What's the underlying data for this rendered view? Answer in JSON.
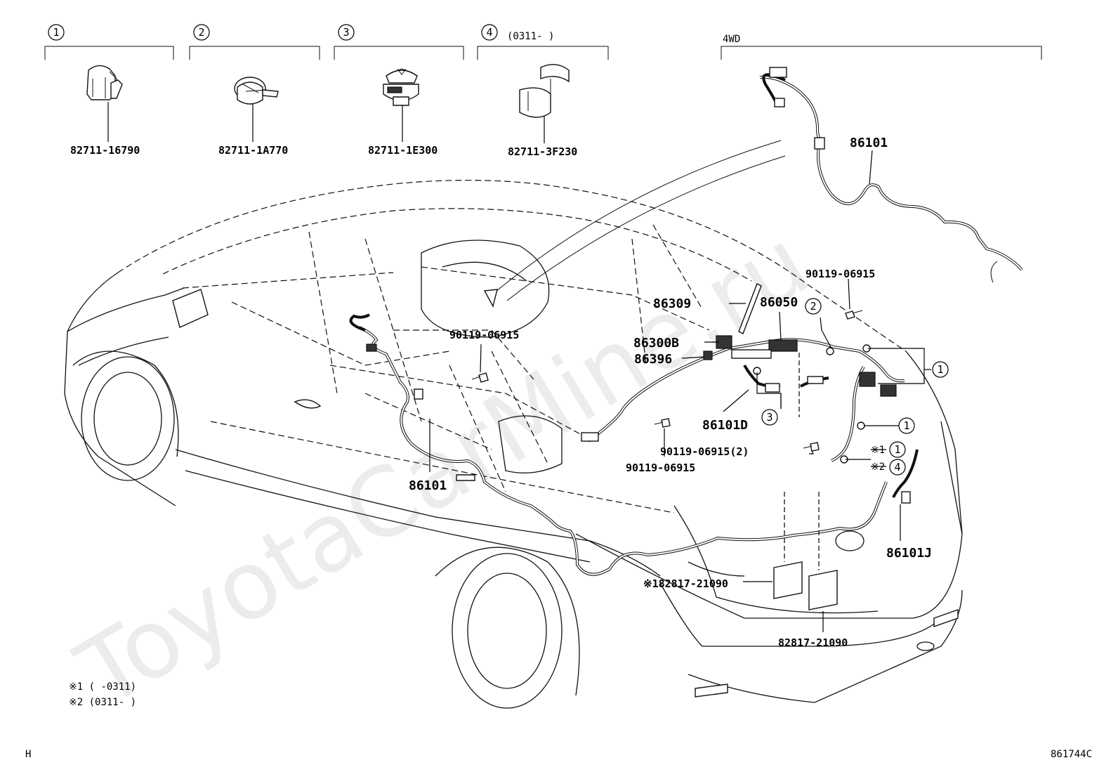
{
  "watermark": "ToyotaCarMine.ru",
  "header_parts": [
    {
      "num": "1",
      "part_no": "82711-16790",
      "note": ""
    },
    {
      "num": "2",
      "part_no": "82711-1A770",
      "note": ""
    },
    {
      "num": "3",
      "part_no": "82711-1E300",
      "note": ""
    },
    {
      "num": "4",
      "part_no": "82711-3F230",
      "note": "(0311-     )"
    }
  ],
  "inset": {
    "title": "4WD",
    "part_no": "86101"
  },
  "labels": {
    "p86309": "86309",
    "p86050": "86050",
    "p86300b": "86300B",
    "p86396": "86396",
    "p86101d": "86101D",
    "p86101": "86101",
    "p86101j": "86101J",
    "bolt_top_right": "90119-06915",
    "bolt_left": "90119-06915",
    "bolt_center": "90119-06915",
    "bolt_two": "90119-06915(2)",
    "pad_1": "※182817-21090",
    "pad_2": "82817-21090"
  },
  "callouts": {
    "c2": "2",
    "c1_right": "1",
    "c3": "3",
    "c1_mid": "1",
    "c1_low": "1",
    "c4_low": "4",
    "star1": "※1",
    "star2": "※2"
  },
  "footnotes": {
    "n1": "※1 (     -0311)",
    "n2": "※2 (0311-     )"
  },
  "corner_left": "H",
  "corner_right": "861744C"
}
